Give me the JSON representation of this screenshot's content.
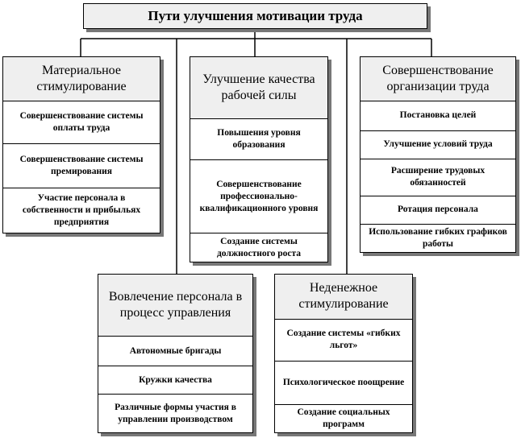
{
  "title": "Пути улучшения мотивации труда",
  "groups": [
    {
      "heading": "Материальное стимулирование",
      "items": [
        "Совершенствование системы оплаты труда",
        "Совершенствование системы премирования",
        "Участие персонала в собственности и прибыльях предприятия"
      ]
    },
    {
      "heading": "Улучшение качества рабочей силы",
      "items": [
        "Повышения уровня образования",
        "Совершенствование профессионально-квалификационного уровня",
        "Создание системы должностного роста"
      ]
    },
    {
      "heading": "Совершенствование организации труда",
      "items": [
        "Постановка целей",
        "Улучшение условий труда",
        "Расширение трудовых обязанностей",
        "Ротация персонала",
        "Использование гибких графиков работы"
      ]
    },
    {
      "heading": "Вовлечение персонала в процесс управления",
      "items": [
        "Автономные бригады",
        "Кружки качества",
        "Различные формы участия в управлении производством"
      ]
    },
    {
      "heading": "Неденежное стимулирование",
      "items": [
        "Создание системы «гибких льгот»",
        "Психологическое поощрение",
        "Создание социальных программ"
      ]
    }
  ]
}
